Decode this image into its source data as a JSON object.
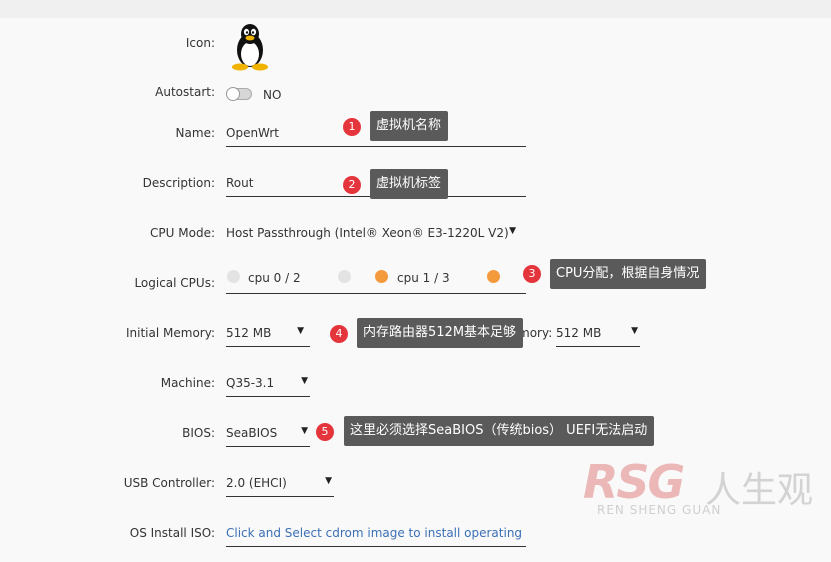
{
  "labels": {
    "icon": "Icon:",
    "autostart": "Autostart:",
    "name": "Name:",
    "description": "Description:",
    "cpu_mode": "CPU Mode:",
    "logical_cpus": "Logical CPUs:",
    "initial_memory": "Initial Memory:",
    "max_memory_partial": "mory:",
    "machine": "Machine:",
    "bios": "BIOS:",
    "usb_controller": "USB Controller:",
    "os_install_iso": "OS Install ISO:"
  },
  "autostart": {
    "state_label": "NO",
    "enabled": false
  },
  "fields": {
    "name": "OpenWrt",
    "description": "Rout",
    "cpu_mode": "Host Passthrough (Intel® Xeon® E3-1220L V2)",
    "initial_memory": "512 MB",
    "max_memory": "512 MB",
    "machine": "Q35-3.1",
    "bios": "SeaBIOS",
    "usb_controller": "2.0 (EHCI)",
    "os_install_iso": "Click and Select cdrom image to install operating sy"
  },
  "cpus": [
    {
      "label": "cpu 0 / 2",
      "left_selected": false,
      "right_selected": false
    },
    {
      "label": "cpu 1 / 3",
      "left_selected": true,
      "right_selected": true
    }
  ],
  "annotations": [
    {
      "num": "1",
      "text": "虚拟机名称"
    },
    {
      "num": "2",
      "text": "虚拟机标签"
    },
    {
      "num": "3",
      "text": "CPU分配，根据自身情况"
    },
    {
      "num": "4",
      "text": "内存路由器512M基本足够"
    },
    {
      "num": "5",
      "text": "这里必须选择SeaBIOS（传统bios） UEFI无法启动"
    }
  ],
  "watermark": {
    "logo": "RSG",
    "chinese": "人生观",
    "pinyin": "REN SHENG GUAN"
  },
  "colors": {
    "accent_orange": "#f39a3c",
    "unselected_dot": "#e3e3e3",
    "badge_red": "#e5353c",
    "tooltip_bg": "#5a5a5a",
    "link_blue": "#3b6fb6",
    "watermark_pink": "#e8a7a7"
  },
  "icons": {
    "vm_icon": "linux-tux-icon"
  }
}
